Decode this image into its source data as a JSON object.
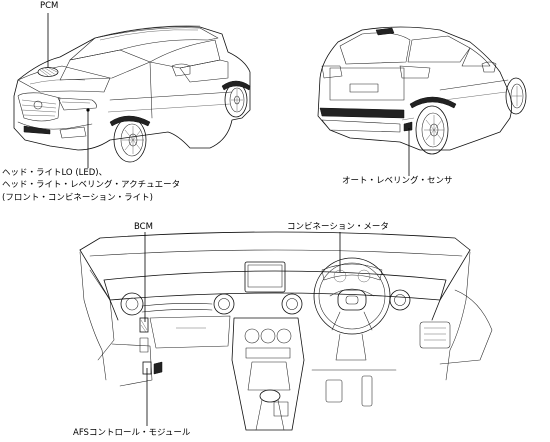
{
  "labels": {
    "pcm": "PCM",
    "headlight_line1": "ヘッド・ライトLO (LED)、",
    "headlight_line2": "ヘッド・ライト・レベリング・アクチュエータ",
    "headlight_line3": "(フロント・コンビネーション・ライト)",
    "auto_leveling_sensor": "オート・レベリング・センサ",
    "bcm": "BCM",
    "combination_meter": "コンビネーション・メータ",
    "afs_module": "AFSコントロール・モジュール"
  }
}
